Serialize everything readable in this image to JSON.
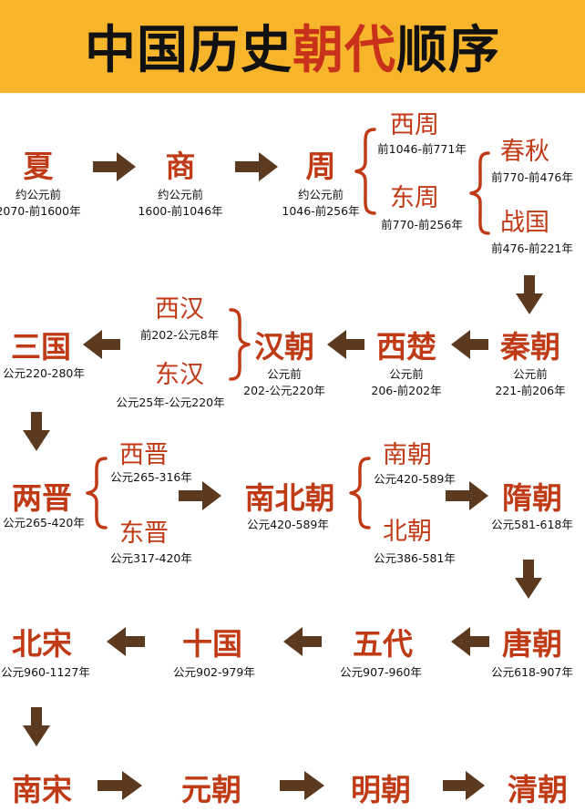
{
  "title": {
    "part1": "中国历史",
    "highlight": "朝代",
    "part2": "顺序"
  },
  "colors": {
    "banner": "#f7b52c",
    "dynasty": "#c13a16",
    "arrow": "#5c3a20",
    "text": "#111111"
  },
  "dynasties": {
    "xia": {
      "name": "夏",
      "line1": "约公元前",
      "line2": "2070-前1600年"
    },
    "shang": {
      "name": "商",
      "line1": "约公元前",
      "line2": "1600-前1046年"
    },
    "zhou": {
      "name": "周",
      "line1": "约公元前",
      "line2": "1046-前256年"
    },
    "xizhou": {
      "name": "西周",
      "line1": "前1046-前771年"
    },
    "dongzhou": {
      "name": "东周",
      "line1": "前770-前256年"
    },
    "chunqiu": {
      "name": "春秋",
      "line1": "前770-前476年"
    },
    "zhanguo": {
      "name": "战国",
      "line1": "前476-前221年"
    },
    "qin": {
      "name": "秦朝",
      "line1": "公元前",
      "line2": "221-前206年"
    },
    "xichu": {
      "name": "西楚",
      "line1": "公元前",
      "line2": "206-前202年"
    },
    "han": {
      "name": "汉朝",
      "line1": "公元前",
      "line2": "202-公元220年"
    },
    "xihan": {
      "name": "西汉",
      "line1": "前202-公元8年"
    },
    "donghan": {
      "name": "东汉",
      "line1": "公元25年-公元220年"
    },
    "sanguo": {
      "name": "三国",
      "line1": "公元220-280年"
    },
    "liangjin": {
      "name": "两晋",
      "line1": "公元265-420年"
    },
    "xijin": {
      "name": "西晋",
      "line1": "公元265-316年"
    },
    "dongjin": {
      "name": "东晋",
      "line1": "公元317-420年"
    },
    "nanbeichao": {
      "name": "南北朝",
      "line1": "公元420-589年"
    },
    "nanchao": {
      "name": "南朝",
      "line1": "公元420-589年"
    },
    "beichao": {
      "name": "北朝",
      "line1": "公元386-581年"
    },
    "sui": {
      "name": "隋朝",
      "line1": "公元581-618年"
    },
    "tang": {
      "name": "唐朝",
      "line1": "公元618-907年"
    },
    "wudai": {
      "name": "五代",
      "line1": "公元907-960年"
    },
    "shiguo": {
      "name": "十国",
      "line1": "公元902-979年"
    },
    "beisong": {
      "name": "北宋",
      "line1": "公元960-1127年"
    },
    "nansong": {
      "name": "南宋"
    },
    "yuan": {
      "name": "元朝"
    },
    "ming": {
      "name": "明朝"
    },
    "qing": {
      "name": "清朝"
    }
  }
}
